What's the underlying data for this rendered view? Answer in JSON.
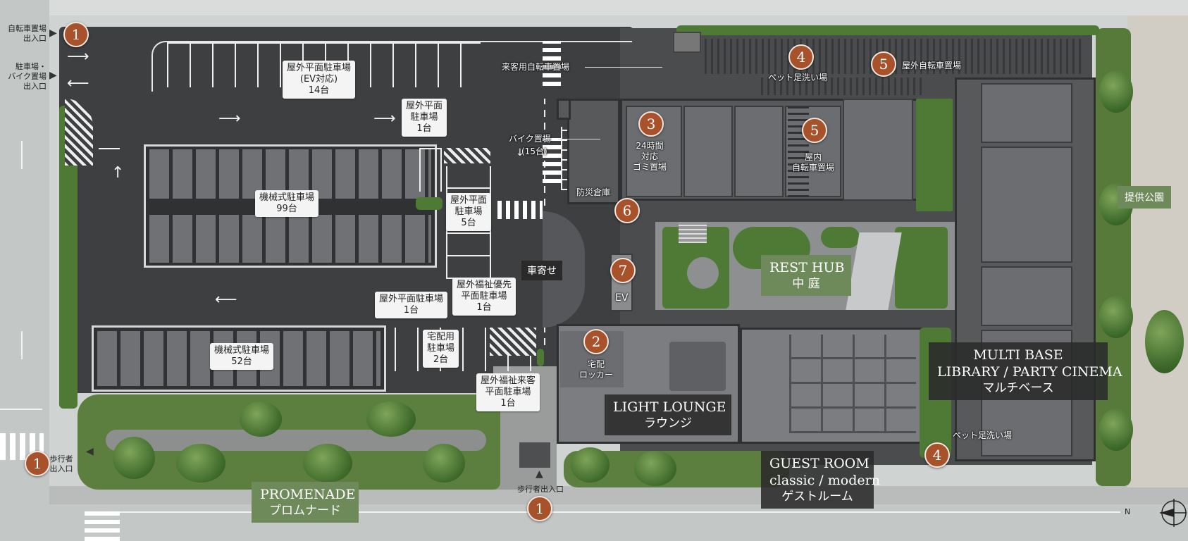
{
  "entrances": {
    "bicycle_parking_entrance": "自転車置場\n出入口",
    "car_bike_entrance": "駐車場・\nバイク置場\n出入口",
    "pedestrian_entrance_left": "歩行者\n出入口",
    "pedestrian_entrance_bottom": "歩行者出入口"
  },
  "parking": {
    "outdoor_flat_ev": {
      "line1": "屋外平面駐車場",
      "line2": "(EV対応)",
      "line3": "14台"
    },
    "outdoor_flat_1a": {
      "line1": "屋外平面",
      "line2": "駐車場",
      "line3": "1台"
    },
    "outdoor_flat_5": {
      "line1": "屋外平面",
      "line2": "駐車場",
      "line3": "5台"
    },
    "mechanical_99": {
      "line1": "機械式駐車場",
      "line2": "99台"
    },
    "mechanical_52": {
      "line1": "機械式駐車場",
      "line2": "52台"
    },
    "outdoor_flat_1b": {
      "line1": "屋外平面駐車場",
      "line2": "1台"
    },
    "welfare_priority": {
      "line1": "屋外福祉優先",
      "line2": "平面駐車場",
      "line3": "1台"
    },
    "delivery": {
      "line1": "宅配用",
      "line2": "駐車場",
      "line3": "2台"
    },
    "welfare_guest": {
      "line1": "屋外福祉来客",
      "line2": "平面駐車場",
      "line3": "1台"
    }
  },
  "labels": {
    "guest_bicycle": "来客用自転車置場",
    "bike_parking": "バイク置場",
    "bike_count": "(15台)",
    "disaster_storage": "防災倉庫",
    "garbage": "24時間\n対応\nゴミ置場",
    "pet_wash_top": "ペット足洗い場",
    "outdoor_bicycle": "屋外自転車置場",
    "indoor_bicycle": "屋内\n自転車置場",
    "delivery_locker": "宅配\nロッカー",
    "car_drop": "車寄せ",
    "ev": "EV",
    "park": "提供公園",
    "pet_wash_right": "ペット足洗い場"
  },
  "numbers": [
    "1",
    "1",
    "1",
    "2",
    "3",
    "4",
    "4",
    "5",
    "5",
    "6",
    "7"
  ],
  "facilities": {
    "rest_hub": {
      "en": "REST HUB",
      "jp": "中 庭"
    },
    "light_lounge": {
      "en": "LIGHT LOUNGE",
      "jp": "ラウンジ"
    },
    "multi_base": {
      "en1": "MULTI BASE",
      "en2": "LIBRARY /  PARTY CINEMA",
      "jp": "マルチベース"
    },
    "guest_room": {
      "en1": "GUEST ROOM",
      "en2": "classic / modern",
      "jp": "ゲストルーム"
    },
    "promenade": {
      "en": "PROMENADE",
      "jp": "プロムナード"
    }
  },
  "compass": {
    "letter": "N"
  },
  "colors": {
    "marker": "#a8522b",
    "green_panel": "#6f8a5a",
    "dark_panel": "#2a2a2a",
    "asphalt": "#3d3f41"
  }
}
